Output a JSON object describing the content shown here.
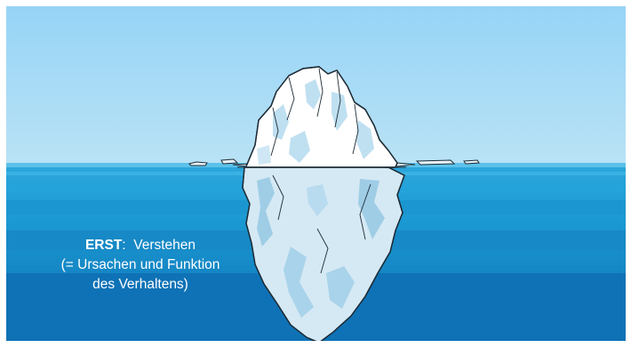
{
  "caption": {
    "heading": "ERST",
    "separator": ":  ",
    "line1_rest": "Verstehen",
    "line2": "(= Ursachen und Funktion",
    "line3": "des Verhaltens)"
  },
  "colors": {
    "sky": "#a5d9f5",
    "sky_top": "#9dd6f6",
    "water_surface": "#3fb0e2",
    "water_mid": "#199bd5",
    "water_deep": "#0f74b8",
    "ice_light": "#ffffff",
    "ice_shadow": "#bfe0f1",
    "ice_under": "#d4e9f4",
    "outline": "#1d2b35"
  },
  "illustration": {
    "subject": "iceberg-illustration"
  }
}
